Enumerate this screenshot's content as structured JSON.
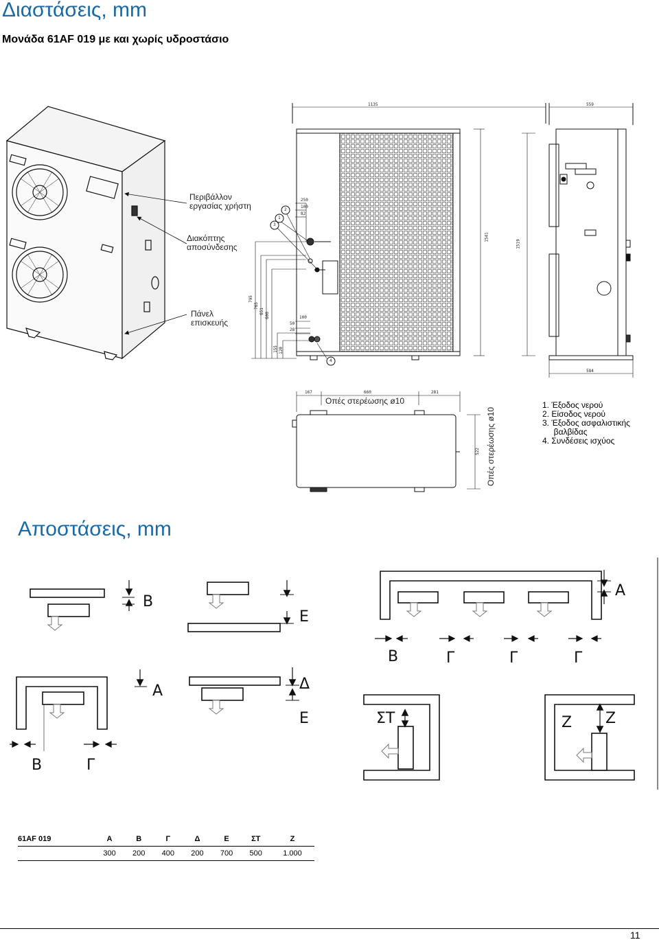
{
  "header": {
    "title": "Διαστάσεις, mm",
    "subtitle": "Μονάδα 61AF 019 με και χωρίς υδροστάσιο"
  },
  "iso_labels": {
    "environment": [
      "Περιβάλλον",
      "εργασίας χρήστη"
    ],
    "switch": [
      "Διακόπτης",
      "αποσύνδεσης"
    ],
    "panel": [
      "Πάνελ",
      "επισκευής"
    ]
  },
  "front_dims": {
    "width": "1135",
    "height": "1541",
    "d250": "250",
    "d100a": "100",
    "d82": "82",
    "d795": "795",
    "d765": "765",
    "d651": "651",
    "d600": "600",
    "d50": "50",
    "d28": "28",
    "d100b": "100",
    "d155": "155",
    "d120": "120",
    "callouts": [
      "1",
      "2",
      "3",
      "4"
    ]
  },
  "side_dims": {
    "top": "559",
    "height": "1519",
    "bottom": "584"
  },
  "top_view": {
    "d167": "167",
    "d660": "660",
    "d281": "281",
    "d522": "522",
    "holes_label": "Οπές στερέωσης ø10",
    "holes_label_vertical": "Οπές στερέωσης ø10"
  },
  "legend": [
    "1.  Έξοδος νερού",
    "2.  Είσοδος νερού",
    "3.  Έξοδος ασφαλιστικής",
    "     βαλβίδας",
    "4.  Συνδέσεις ισχύος"
  ],
  "clearances": {
    "section_title": "Αποστάσεις, mm",
    "letters": {
      "A": "A",
      "B": "B",
      "G": "Γ",
      "D": "Δ",
      "E": "E",
      "ST": "ΣΤ",
      "Z": "Z"
    }
  },
  "table": {
    "headers": [
      "61AF 019",
      "A",
      "B",
      "Γ",
      "Δ",
      "E",
      "ΣΤ",
      "Z"
    ],
    "values": [
      "",
      "300",
      "200",
      "400",
      "200",
      "700",
      "500",
      "1.000"
    ]
  },
  "page_number": "11"
}
